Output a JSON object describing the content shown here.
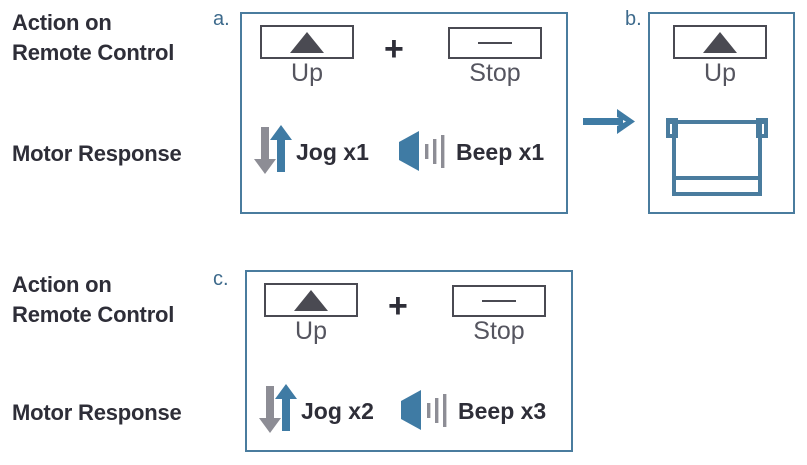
{
  "figure": {
    "accent_color": "#4a7c9e",
    "text_color": "#2e2e38",
    "button_outline_color": "#4a4a52",
    "caption_color": "#55555f",
    "arrow_blue": "#3f7ba4",
    "arrow_gray": "#8d8d95"
  },
  "rows": {
    "action_label": "Action on\nRemote Control",
    "response_label": "Motor Response"
  },
  "panels": [
    {
      "tag": "a.",
      "action": {
        "buttons": [
          {
            "icon": "triangle-up-icon",
            "caption": "Up"
          },
          {
            "icon": "dash-icon",
            "caption": "Stop"
          }
        ],
        "operator": "+"
      },
      "response": {
        "items": [
          {
            "icon": "jog-arrows-icon",
            "label": "Jog x1"
          },
          {
            "icon": "speaker-beep-icon",
            "label": "Beep x1"
          }
        ]
      }
    },
    {
      "tag": "b.",
      "action": {
        "buttons": [
          {
            "icon": "triangle-up-icon",
            "caption": "Up"
          }
        ]
      },
      "result": {
        "icon": "roller-shade-icon"
      }
    },
    {
      "tag": "c.",
      "action": {
        "buttons": [
          {
            "icon": "triangle-up-icon",
            "caption": "Up"
          },
          {
            "icon": "dash-icon",
            "caption": "Stop"
          }
        ],
        "operator": "+"
      },
      "response": {
        "items": [
          {
            "icon": "jog-arrows-icon",
            "label": "Jog x2"
          },
          {
            "icon": "speaker-beep-icon",
            "label": "Beep x3"
          }
        ]
      }
    }
  ],
  "flow": {
    "arrow": "right-arrow-icon"
  }
}
